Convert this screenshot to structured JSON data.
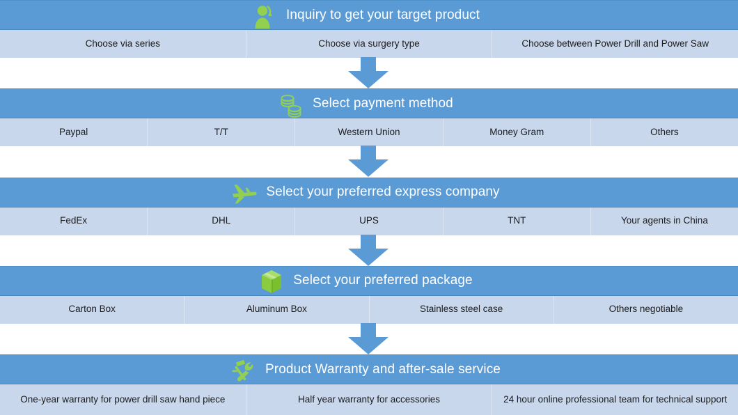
{
  "colors": {
    "header_blue": "#5B9BD5",
    "option_row": "#C9D7EC",
    "icon_green": "#92D050",
    "arrow_blue": "#5B9BD5",
    "title_text": "#FFFFFF",
    "option_text": "#1B1B1B"
  },
  "sections": [
    {
      "icon": "customer-service-person-icon",
      "title": "Inquiry to get your target product",
      "options": [
        "Choose via series",
        "Choose via surgery type",
        "Choose  between Power Drill and Power Saw"
      ]
    },
    {
      "icon": "coins-stack-icon",
      "title": "Select payment method",
      "options": [
        "Paypal",
        "T/T",
        "Western Union",
        "Money Gram",
        "Others"
      ]
    },
    {
      "icon": "airplane-icon",
      "title": "Select your preferred express company",
      "options": [
        "FedEx",
        "DHL",
        "UPS",
        "TNT",
        "Your agents in China"
      ]
    },
    {
      "icon": "package-box-icon",
      "title": "Select your preferred package",
      "options": [
        "Carton Box",
        "Aluminum Box",
        "Stainless steel case",
        "Others negotiable"
      ]
    },
    {
      "icon": "hammer-wrench-tools-icon",
      "title": "Product Warranty and after-sale service",
      "options": [
        "One-year warranty for power drill saw hand piece",
        "Half year warranty for accessories",
        "24 hour online professional team for technical support"
      ]
    }
  ]
}
